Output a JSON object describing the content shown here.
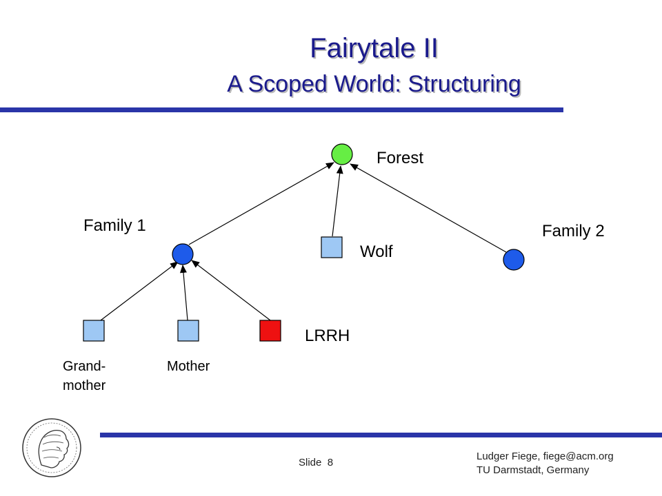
{
  "title": {
    "line1": "Fairytale II",
    "line2": "A Scoped World: Structuring"
  },
  "diagram": {
    "nodes": {
      "forest": "Forest",
      "family1": "Family 1",
      "family2": "Family 2",
      "wolf": "Wolf",
      "lrrh": "LRRH",
      "grandmother_line1": "Grand-",
      "grandmother_line2": "mother",
      "mother": "Mother"
    },
    "colors": {
      "root": "#66ee44",
      "family": "#1e5bea",
      "member": "#9ec8f4",
      "lrrh": "#ee1111"
    }
  },
  "footer": {
    "slide_label": "Slide",
    "slide_number": "8",
    "author": "Ludger Fiege, fiege@acm.org",
    "institution": "TU Darmstadt, Germany"
  },
  "logo_icon": "athena-head-seal-icon"
}
